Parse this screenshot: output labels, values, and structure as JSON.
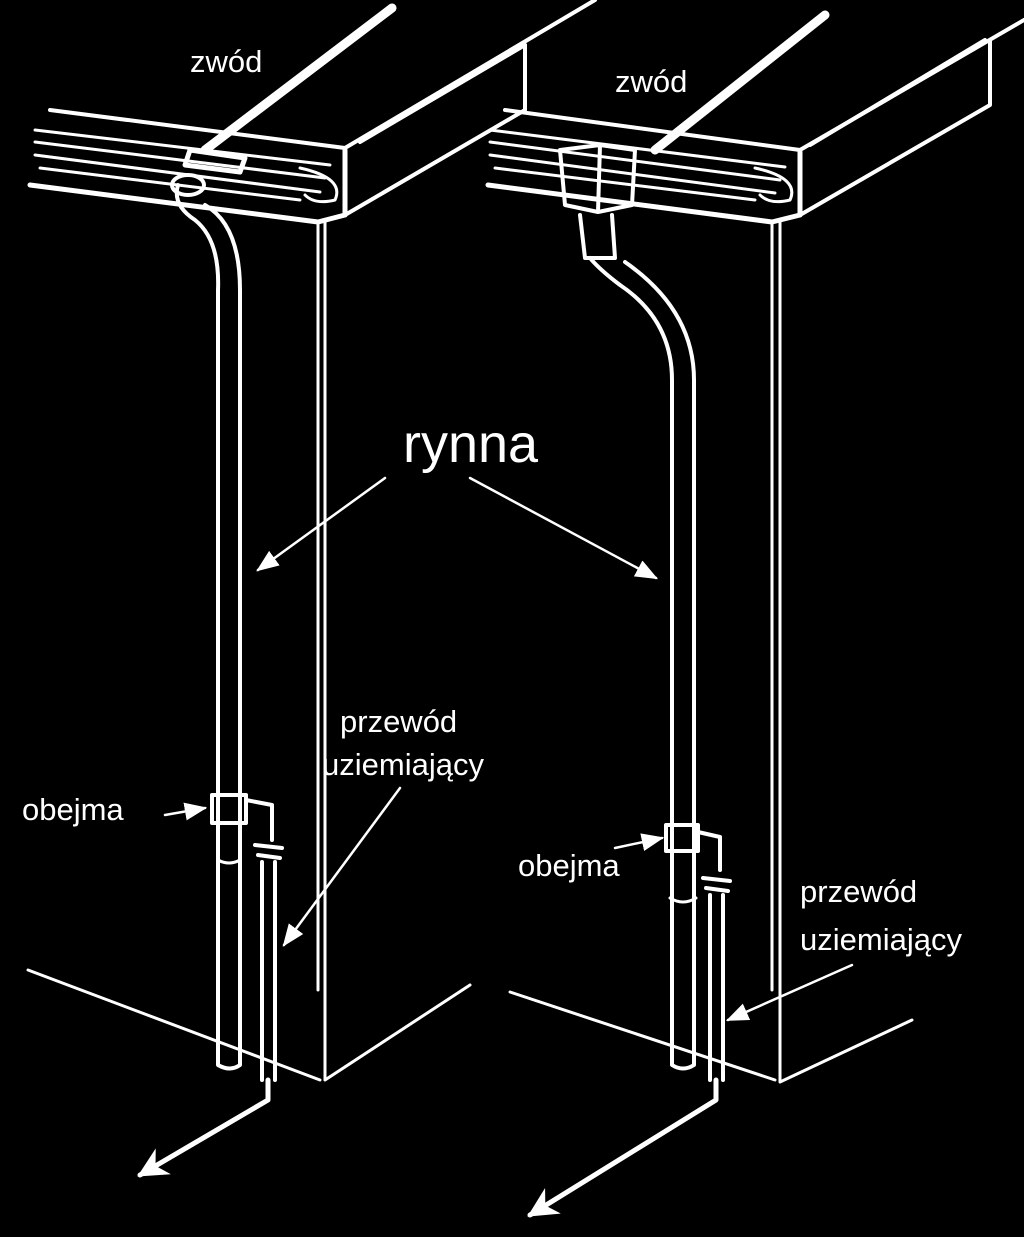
{
  "colors": {
    "background": "#000000",
    "line": "#ffffff"
  },
  "left": {
    "air_terminal_label": "zwód",
    "gutter_label": "rynna",
    "clamp_label": "obejma",
    "ground_wire_label": [
      "przewód",
      "uziemiający"
    ]
  },
  "right": {
    "air_terminal_label": "zwód",
    "clamp_label": "obejma",
    "ground_wire_label": [
      "przewód",
      "uziemiający"
    ]
  }
}
